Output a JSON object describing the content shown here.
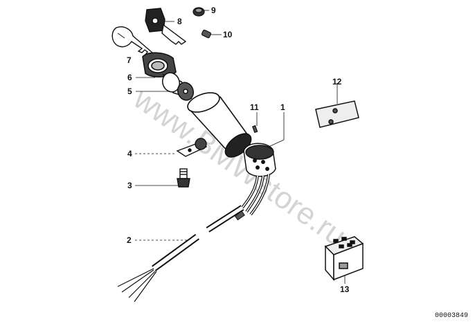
{
  "callouts": {
    "c1": "1",
    "c2": "2",
    "c3": "3",
    "c4": "4",
    "c5": "5",
    "c6": "6",
    "c7": "7",
    "c8": "8",
    "c9": "9",
    "c10": "10",
    "c11": "11",
    "c12": "12",
    "c13": "13"
  },
  "diagram_code": "00003849",
  "watermark": "www.BMWstore.ru",
  "colors": {
    "ink": "#111111",
    "watermark": "#cfcfcf",
    "background": "#ffffff"
  }
}
